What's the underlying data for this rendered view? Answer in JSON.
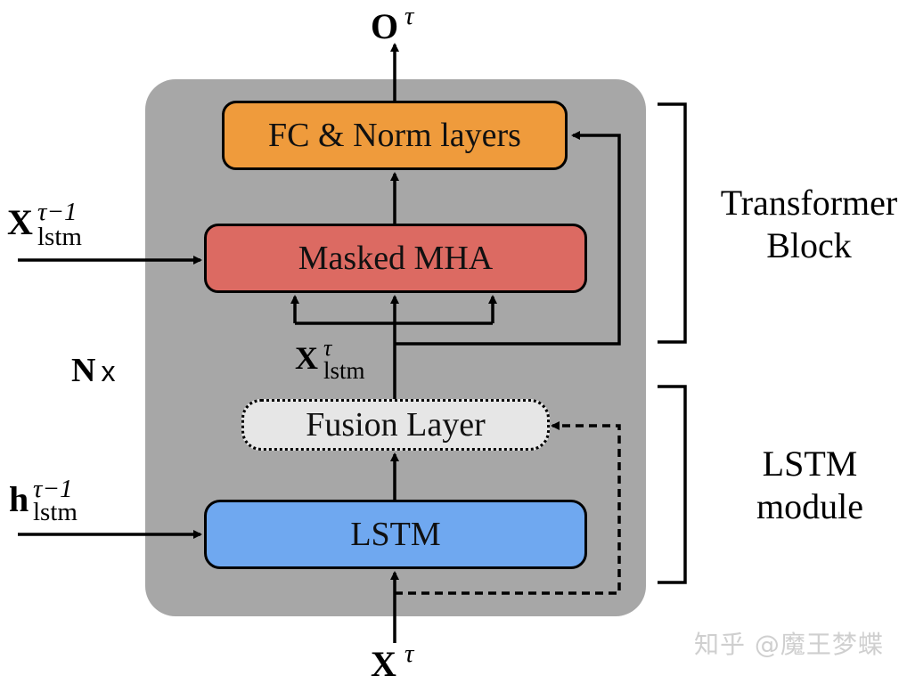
{
  "diagram": {
    "output": {
      "symbol": "O",
      "superscript": "τ"
    },
    "input": {
      "symbol": "X",
      "superscript": "τ"
    },
    "prev_x": {
      "symbol": "X",
      "superscript": "τ−1",
      "subscript": "lstm"
    },
    "prev_h": {
      "symbol": "h",
      "superscript": "τ−1",
      "subscript": "lstm"
    },
    "current_x": {
      "symbol": "X",
      "superscript": "τ",
      "subscript": "lstm"
    },
    "repeat": {
      "symbol": "N",
      "times": "x"
    },
    "blocks": {
      "fc_norm": "FC & Norm layers",
      "masked_mha": "Masked MHA",
      "fusion": "Fusion Layer",
      "lstm": "LSTM"
    },
    "groups": {
      "transformer_line1": "Transformer",
      "transformer_line2": "Block",
      "lstm_line1": "LSTM",
      "lstm_line2": "module"
    },
    "watermark": "知乎 @魔王梦蝶",
    "colors": {
      "panel": "#a7a7a7",
      "fc_norm": "#ef9b3c",
      "masked_mha": "#dc6a62",
      "fusion": "#e6e6e6",
      "lstm": "#6fa8f0"
    }
  }
}
